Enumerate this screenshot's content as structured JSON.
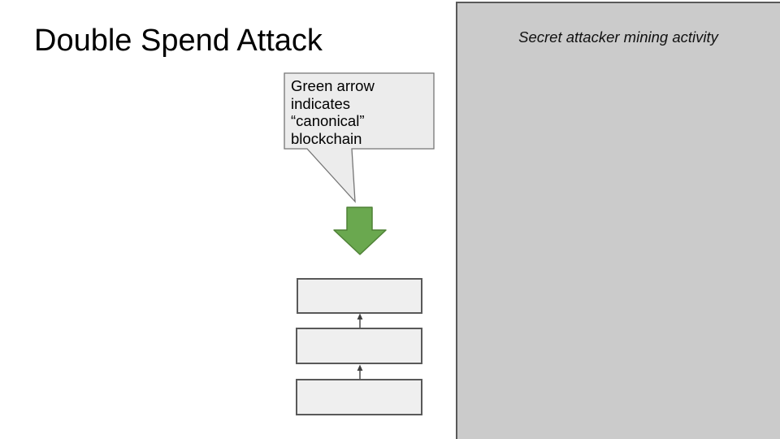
{
  "title": "Double Spend Attack",
  "panel": {
    "label": "Secret attacker mining activity"
  },
  "callout": {
    "full_text": "Green arrow indicates “canonical” blockchain",
    "lines": [
      "Green arrow",
      "indicates",
      "“canonical”",
      "blockchain"
    ]
  },
  "blockchain": {
    "block_count": 3,
    "link_arrow_direction": "up"
  },
  "colors": {
    "background": "#ffffff",
    "title_text": "#000000",
    "panel_bg": "#cbcbcb",
    "panel_border": "#595959",
    "callout_fill": "#ececec",
    "callout_border": "#757575",
    "green_arrow_fill": "#6aa84f",
    "green_arrow_border": "#4e8136",
    "block_fill": "#efefef",
    "block_border": "#595959",
    "link_arrow": "#3f3f3f"
  }
}
